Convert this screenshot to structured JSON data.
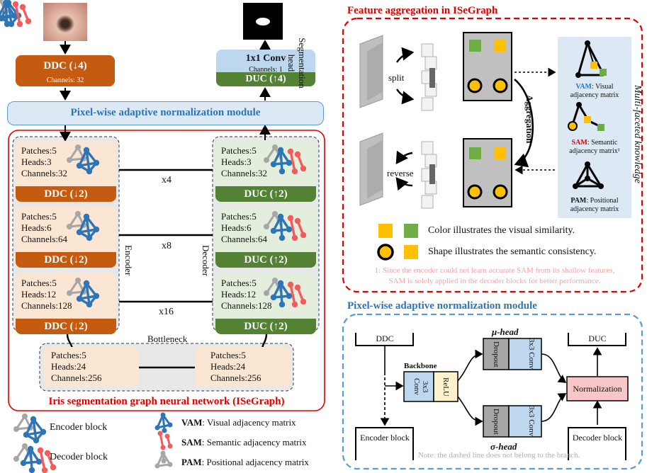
{
  "left": {
    "ddc_top": {
      "title": "DDC (↓4)",
      "sub": "Channels: 32"
    },
    "conv_head": {
      "title": "1x1 Conv",
      "sub": "Channels: 1"
    },
    "duc_top": "DUC (↑4)",
    "seg_head": "Segmentation head",
    "pan_bar": "Pixel-wise adaptive normalization module",
    "enc1": {
      "patches": "Patches:5",
      "heads": "Heads:3",
      "channels": "Channels:32",
      "bar": "DDC (↓2)"
    },
    "enc2": {
      "patches": "Patches:5",
      "heads": "Heads:6",
      "channels": "Channels:64",
      "bar": "DDC (↓2)"
    },
    "enc3": {
      "patches": "Patches:5",
      "heads": "Heads:12",
      "channels": "Channels:128",
      "bar": "DDC (↓2)"
    },
    "dec1": {
      "patches": "Patches:5",
      "heads": "Heads:3",
      "channels": "Channels:32",
      "bar": "DUC (↑2)"
    },
    "dec2": {
      "patches": "Patches:5",
      "heads": "Heads:6",
      "channels": "Channels:64",
      "bar": "DUC (↑2)"
    },
    "dec3": {
      "patches": "Patches:5",
      "heads": "Heads:12",
      "channels": "Channels:128",
      "bar": "DUC (↑2)"
    },
    "x4": "x4",
    "x8": "x8",
    "x16": "x16",
    "encoder": "Encoder",
    "decoder": "Decoder",
    "bottleneck": "Bottleneck",
    "bn_left": {
      "patches": "Patches:5",
      "heads": "Heads:24",
      "channels": "Channels:256"
    },
    "bn_right": {
      "patches": "Patches:5",
      "heads": "Heads:24",
      "channels": "Channels:256"
    },
    "isegraph_title": "Iris segmentation graph neural network (ISeGraph)"
  },
  "legend": {
    "encoder_block": "Encoder block",
    "decoder_block": "Decoder block",
    "vam_key": "VAM",
    "vam_text": ": Visual adjacency matrix",
    "sam_key": "SAM",
    "sam_text": ": Semantic adjacency matrix",
    "pam_key": "PAM",
    "pam_text": ": Positional adjacency matrix"
  },
  "feature": {
    "title": "Feature aggregation in ISeGraph",
    "split": "split",
    "reverse": "reverse",
    "aggregation": "Aggregation",
    "multi": "Multi-faceted knowledge",
    "vam_key": "VAM",
    "vam_text": ": Visual",
    "vam_text2": "adjacency matrix",
    "sam_key": "SAM",
    "sam_text": ": Semantic",
    "sam_text2": "adjacency matrix¹",
    "pam_key": "PAM",
    "pam_text": ": Positional",
    "pam_text2": "adjacency matrix",
    "color_text": "Color illustrates the visual similarity.",
    "shape_text": "Shape illustrates the semantic consistency.",
    "note1": "1: Since the encoder could not learn accurate SAM from its shallow features,",
    "note2": "SAM is solely applied in the decoder blocks for better performance."
  },
  "pan": {
    "title": "Pixel-wise adaptive normalization module",
    "ddc": "DDC",
    "duc": "DUC",
    "mu_head": "μ-head",
    "sigma_head": "σ-head",
    "backbone": "Backbone",
    "conv": "3x3 Conv",
    "relu": "ReLU",
    "dropout": "Dropout",
    "normalization": "Normalization",
    "encoder_block": "Encoder block",
    "decoder_block": "Decoder block",
    "note": "Note: the dashed line does not belong to the branch."
  },
  "colors": {
    "red": "#e10000",
    "blue": "#2e75b6",
    "orange": "#c55a11",
    "green": "#548235",
    "vam": "#2e75b6",
    "sam": "#f25c5c",
    "pam": "#a6a6a6"
  }
}
